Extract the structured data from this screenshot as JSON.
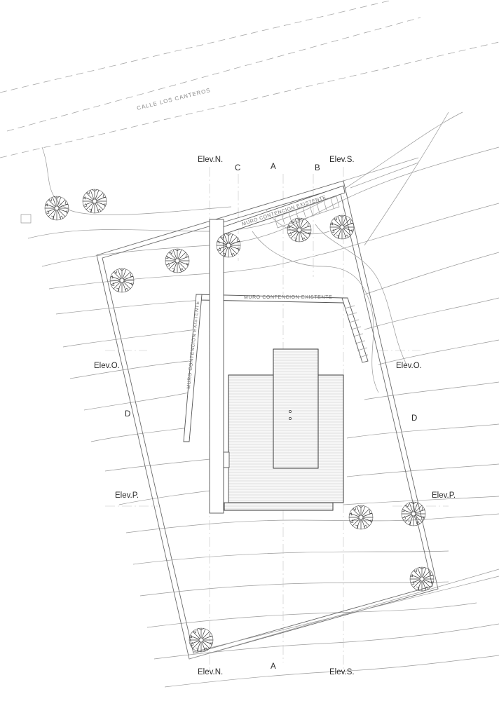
{
  "street": {
    "name": "CALLE LOS CANTEROS"
  },
  "walls": {
    "top": "MURO CONTENCION EXISTENTE",
    "middle": "MURO CONTENCION EXISTENTE",
    "left": "MURO CONTENCION EXISTENTE"
  },
  "sections": {
    "a_top": "A",
    "a_bottom": "A",
    "b_top": "B",
    "c_top": "C",
    "d_left": "D",
    "d_right": "D"
  },
  "elevations": {
    "n_top": "Elev.N.",
    "n_bottom": "Elev.N.",
    "s_top": "Elev.S.",
    "s_bottom": "Elev.S.",
    "o_left": "Elev.O.",
    "o_right": "Elev.O.",
    "p_left": "Elev.P.",
    "p_right": "Elev.P."
  }
}
